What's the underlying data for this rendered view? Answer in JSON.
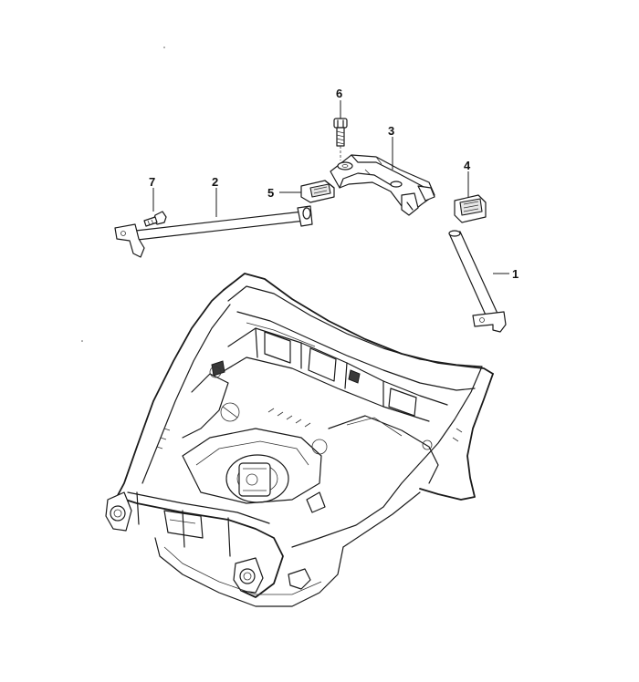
{
  "callouts": [
    {
      "id": "1",
      "label": "1"
    },
    {
      "id": "2",
      "label": "2"
    },
    {
      "id": "3",
      "label": "3"
    },
    {
      "id": "4",
      "label": "4"
    },
    {
      "id": "5",
      "label": "5"
    },
    {
      "id": "6",
      "label": "6"
    },
    {
      "id": "7",
      "label": "7"
    }
  ],
  "colors": {
    "line": "#1a1a1a",
    "background": "#ffffff",
    "shade": "#e6e6e6"
  }
}
